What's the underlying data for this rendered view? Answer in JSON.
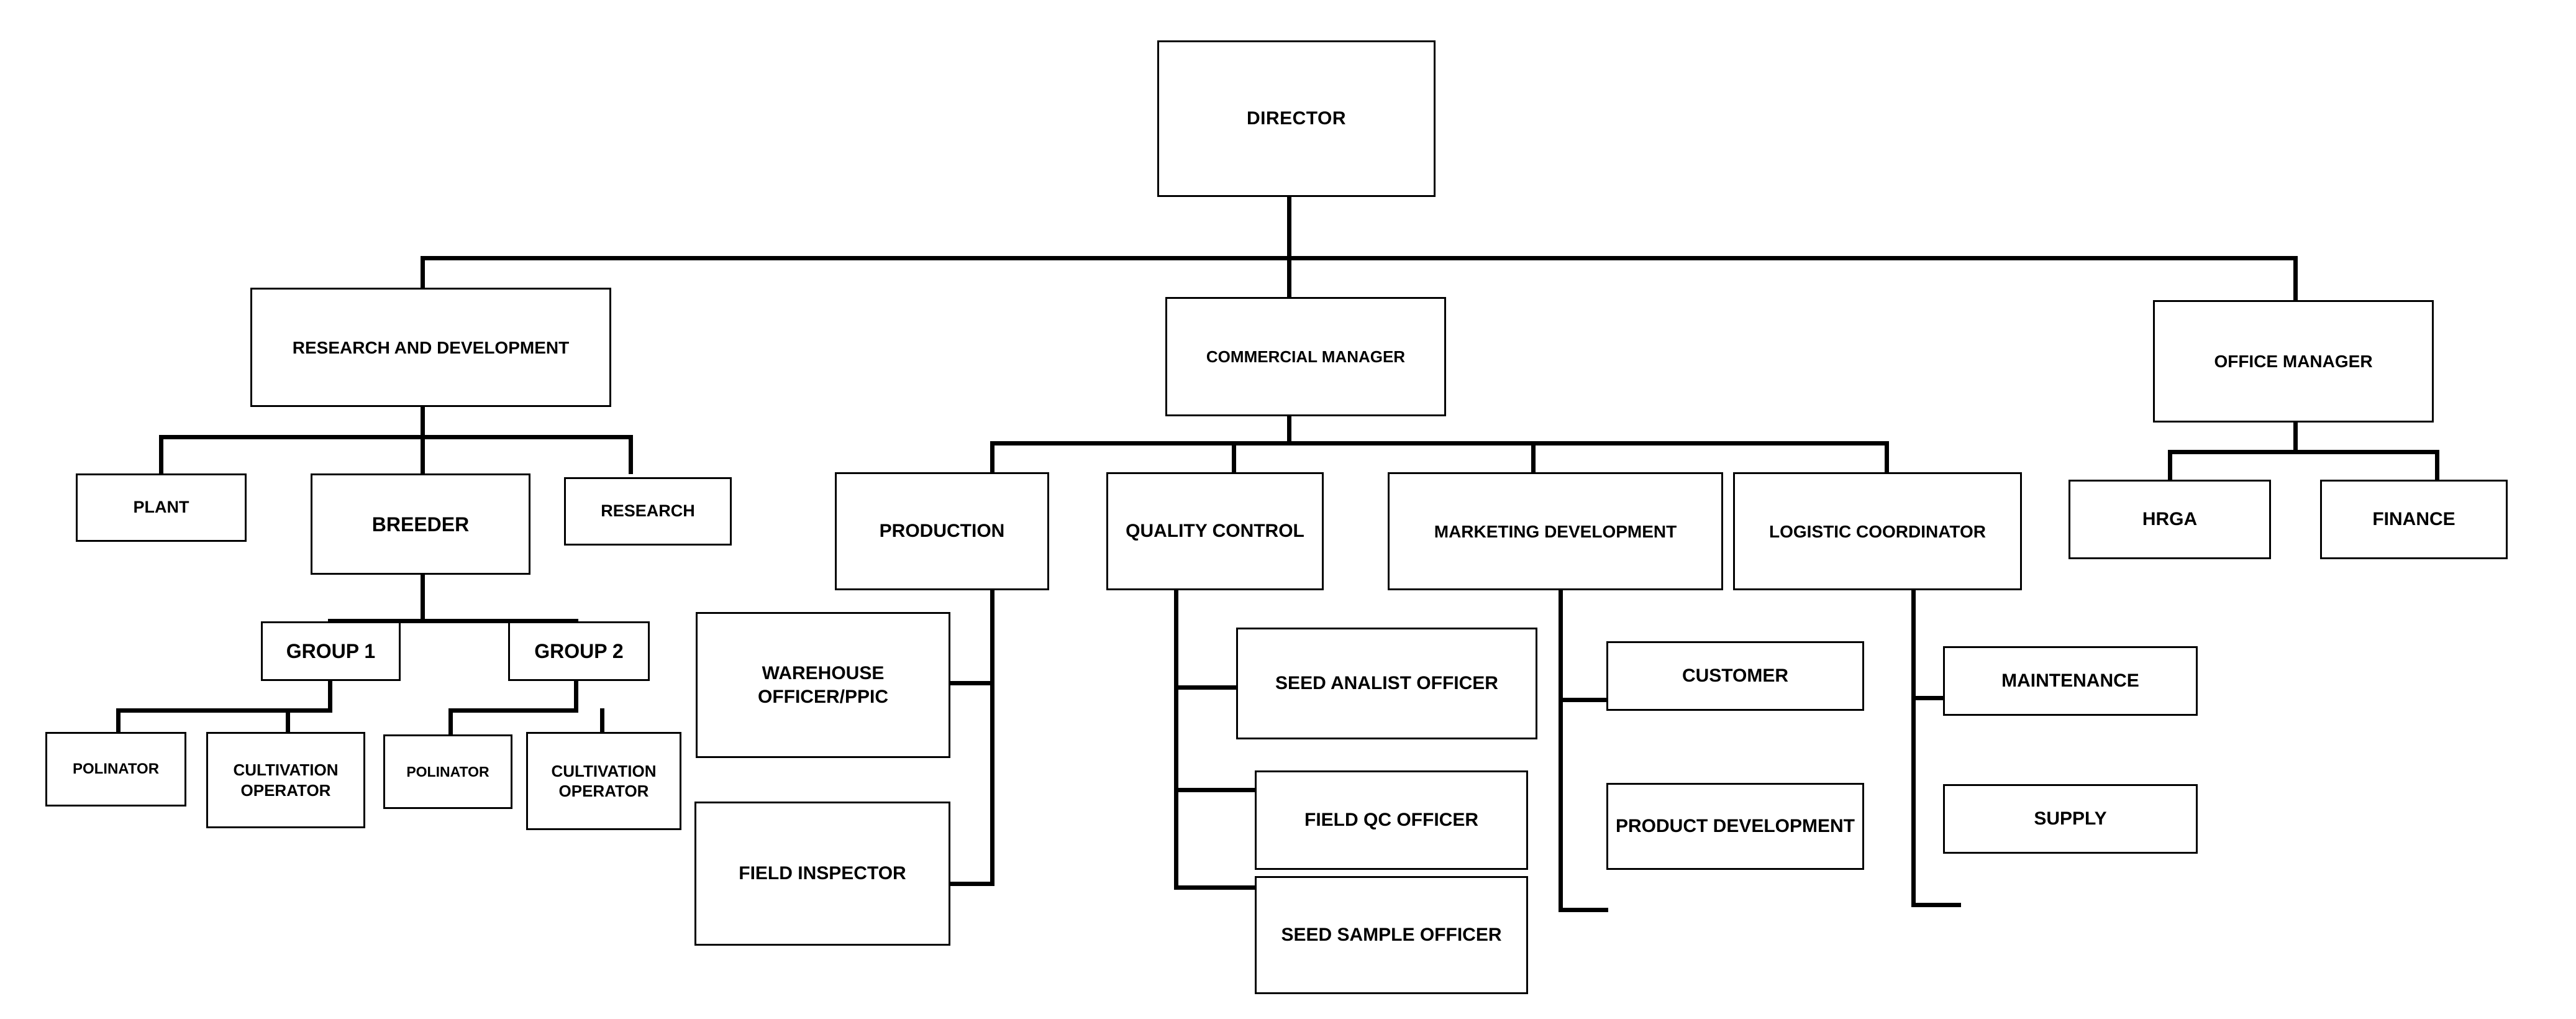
{
  "chart": {
    "title_node": "DIRECTOR",
    "type": "organization-chart",
    "orientation": "top-down",
    "background": "#ffffff",
    "line_color": "#000000",
    "box_border_color": "#000000",
    "box_fill": "#ffffff"
  },
  "nodes": {
    "director": "DIRECTOR",
    "research_and_development": "RESEARCH AND DEVELOPMENT",
    "commercial_manager": "COMMERCIAL MANAGER",
    "office_manager": "OFFICE MANAGER",
    "plant": "PLANT",
    "breeder": "BREEDER",
    "research": "RESEARCH",
    "group_1": "GROUP 1",
    "group_2": "GROUP 2",
    "polinator_1": "POLINATOR",
    "cultivation_operator_1": "CULTIVATION OPERATOR",
    "polinator_2": "POLINATOR",
    "cultivation_operator_2": "CULTIVATION OPERATOR",
    "production": "PRODUCTION",
    "quality_control": "QUALITY CONTROL",
    "marketing_development": "MARKETING DEVELOPMENT",
    "logistic_coordinator": "LOGISTIC COORDINATOR",
    "warehouse_officer_ppic": "WAREHOUSE OFFICER/PPIC",
    "field_inspector": "FIELD INSPECTOR",
    "seed_analist_officer": "SEED ANALIST OFFICER",
    "field_qc_officer": "FIELD QC OFFICER",
    "seed_sample_officer": "SEED SAMPLE OFFICER",
    "customer": "CUSTOMER",
    "product_development": "PRODUCT DEVELOPMENT",
    "maintenance": "MAINTENANCE",
    "supply": "SUPPLY",
    "hrga": "HRGA",
    "finance": "FINANCE"
  },
  "hierarchy": {
    "DIRECTOR": [
      "RESEARCH AND DEVELOPMENT",
      "COMMERCIAL MANAGER",
      "OFFICE MANAGER"
    ],
    "RESEARCH AND DEVELOPMENT": [
      "PLANT",
      "BREEDER",
      "RESEARCH"
    ],
    "BREEDER": [
      "GROUP 1",
      "GROUP 2"
    ],
    "GROUP 1": [
      "POLINATOR",
      "CULTIVATION OPERATOR"
    ],
    "GROUP 2": [
      "POLINATOR",
      "CULTIVATION OPERATOR"
    ],
    "COMMERCIAL MANAGER": [
      "PRODUCTION",
      "QUALITY CONTROL",
      "MARKETING DEVELOPMENT",
      "LOGISTIC COORDINATOR"
    ],
    "PRODUCTION": [
      "WAREHOUSE OFFICER/PPIC",
      "FIELD INSPECTOR"
    ],
    "QUALITY CONTROL": [
      "SEED ANALIST OFFICER",
      "FIELD QC OFFICER",
      "SEED SAMPLE OFFICER"
    ],
    "MARKETING DEVELOPMENT": [
      "CUSTOMER",
      "PRODUCT DEVELOPMENT"
    ],
    "LOGISTIC COORDINATOR": [
      "MAINTENANCE",
      "SUPPLY"
    ],
    "OFFICE MANAGER": [
      "HRGA",
      "FINANCE"
    ]
  }
}
